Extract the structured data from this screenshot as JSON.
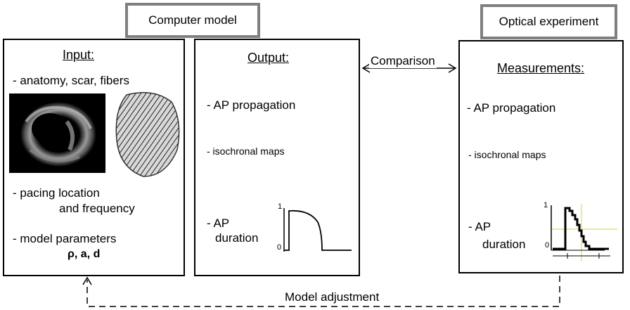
{
  "tags": {
    "computer_model": "Computer model",
    "optical_experiment": "Optical experiment"
  },
  "input_box": {
    "heading": "Input:",
    "anatomy": "- anatomy, scar, fibers",
    "pacing_line1": "-  pacing location",
    "pacing_line2": "and frequency",
    "params_line1": "- model  parameters",
    "params_line2": "ρ, a, d"
  },
  "output_box": {
    "heading": "Output:",
    "ap_propagation": "- AP  propagation",
    "isochronal": "- isochronal maps",
    "ap_line1": "- AP",
    "ap_line2": "duration",
    "axis_top": "1",
    "axis_bottom": "0"
  },
  "measurement_box": {
    "heading": "Measurements:",
    "ap_propagation": "- AP  propagation",
    "isochronal": "- isochronal maps",
    "ap_line1": "- AP",
    "ap_line2": "duration",
    "axis_top": "1",
    "axis_bottom": "0"
  },
  "arrows": {
    "comparison": "Comparison",
    "model_adjustment": "Model adjustment"
  },
  "colors": {
    "tag_border": "#7f7f7f",
    "crosshair": "#e6e27a",
    "mri_background": "#000000"
  }
}
